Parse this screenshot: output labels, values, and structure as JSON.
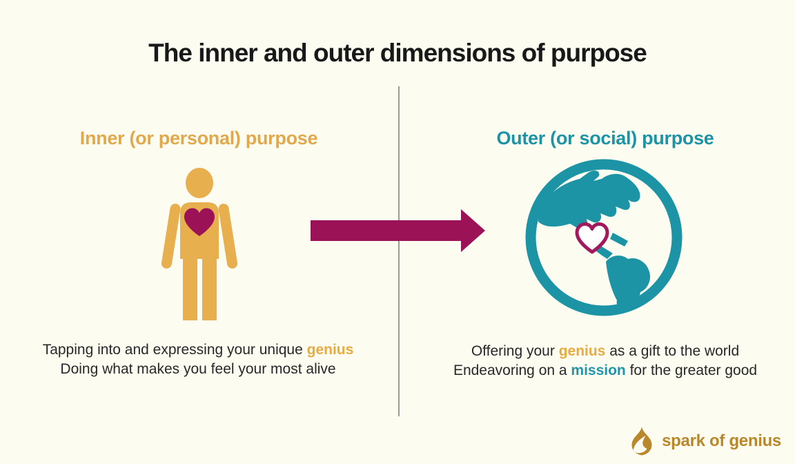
{
  "title": "The inner and outer dimensions of purpose",
  "left_panel": {
    "heading": "Inner (or personal) purpose",
    "icon": "person-with-heart-icon",
    "caption": {
      "line1_prefix": "Tapping into and expressing your unique ",
      "line1_highlight": "genius",
      "line2": "Doing what makes you feel your most alive"
    }
  },
  "right_panel": {
    "heading": "Outer (or social) purpose",
    "icon": "globe-with-heart-icon",
    "caption": {
      "line1_prefix": "Offering your ",
      "line1_highlight": "genius",
      "line1_suffix": " as a gift to the world",
      "line2_prefix": "Endeavoring on a ",
      "line2_highlight": "mission",
      "line2_suffix": " for the greater good"
    }
  },
  "arrow": {
    "icon": "arrow-right-icon",
    "direction": "left-to-right"
  },
  "logo": {
    "icon": "flame-icon",
    "text": "spark of genius"
  },
  "colors": {
    "background": "#fcfcf1",
    "title_text": "#191919",
    "gold": "#e2a94c",
    "gold_highlight": "#e8ab42",
    "teal": "#1d94a6",
    "magenta": "#9c1257",
    "logo_gold": "#b9872c",
    "divider_gray": "#9b9b98",
    "body_text": "#282828"
  }
}
